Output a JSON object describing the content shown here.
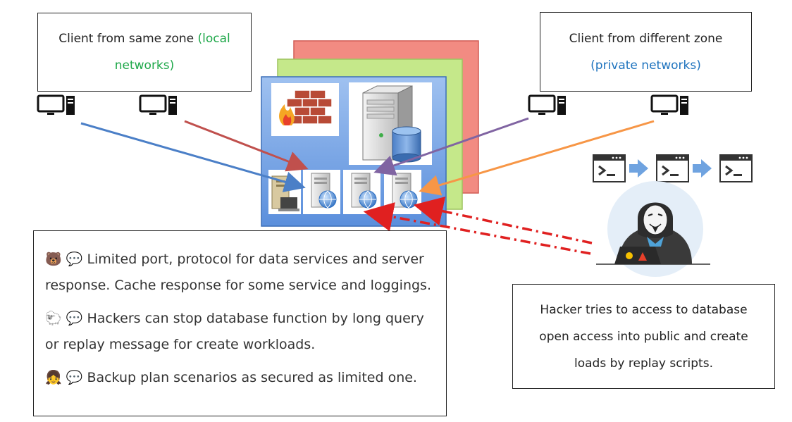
{
  "client_local": {
    "line1": "Client from same zone",
    "line1_green": "(local",
    "line2_green": "networks)"
  },
  "client_remote": {
    "line1": "Client from different zone",
    "line2_blue": "(private networks)"
  },
  "notes": [
    {
      "icon": "🐻",
      "bubble": "💬",
      "text": "Limited port, protocol for data services and server response. Cache response for some service and loggings."
    },
    {
      "icon": "🐑",
      "bubble": "💬",
      "text": "Hackers can stop database function by long query or replay message for create workloads."
    },
    {
      "icon": "👧",
      "bubble": "💬",
      "text": "Backup plan scenarios as secured as limited one."
    }
  ],
  "hacker_box": {
    "line1": "Hacker tries to access to database",
    "line2": "open access into public and create",
    "line3": "loads by replay scripts."
  },
  "colors": {
    "zone_red": "#f28b82",
    "zone_green": "#c5e88a",
    "zone_blue": "#7aa7e6",
    "arrow_blue": "#4b7fc7",
    "arrow_red": "#c0504d",
    "arrow_purple": "#8064a2",
    "arrow_orange": "#f79646",
    "attack": "#e02020"
  }
}
